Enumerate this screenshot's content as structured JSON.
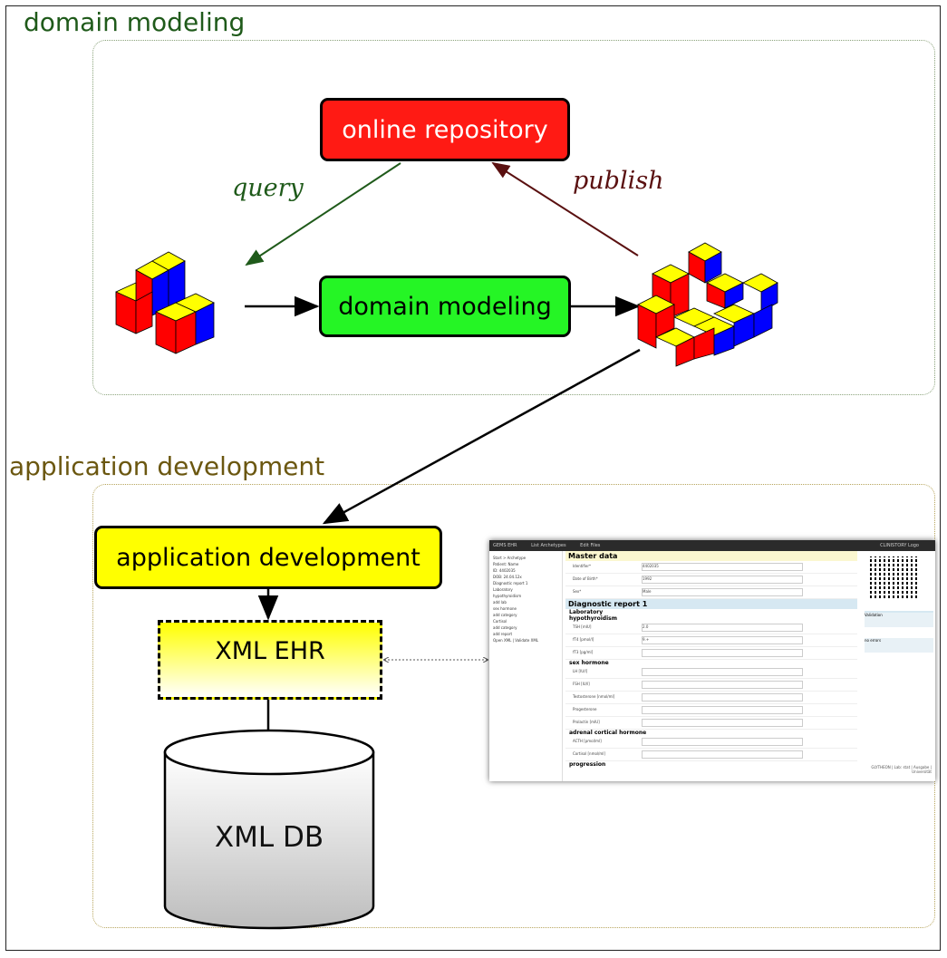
{
  "sections": {
    "domain_modeling": "domain modeling",
    "application_development": "application development"
  },
  "nodes": {
    "online_repository": "online repository",
    "domain_modeling": "domain modeling",
    "application_development": "application development",
    "xml_ehr": "XML EHR",
    "xml_db": "XML DB"
  },
  "edges": {
    "query": "query",
    "publish": "publish"
  },
  "colors": {
    "repository": "#ff1a14",
    "domain_modeling": "#25f525",
    "application_development": "#ffff00",
    "query": "#1f5a1a",
    "publish": "#5a1010"
  },
  "screenshot": {
    "topbar": [
      "GEMS EHR",
      "List Archetypes",
      "Edit Files"
    ],
    "user": "CLINISTORY Logo",
    "sections": {
      "master_data": "Master data",
      "diagnostic_report": "Diagnostic report 1",
      "laboratory": "Laboratory",
      "hypothyroidism": "hypothyroidism",
      "sex_hormone": "sex hormone",
      "adrenal_cortical": "adrenal cortical hormone",
      "progression": "progression"
    },
    "master_fields": [
      {
        "label": "Identifier*",
        "value": "4402035"
      },
      {
        "label": "Date of Birth*",
        "value": "1992"
      },
      {
        "label": "Sex*",
        "value": "Male"
      }
    ],
    "hypo_fields": [
      {
        "label": "TSH [mIU]",
        "value": "2.0"
      },
      {
        "label": "fT4 [pmol/l]",
        "value": "9.+"
      },
      {
        "label": "fT3 [pg/ml]",
        "value": ""
      }
    ],
    "sex_fields": [
      {
        "label": "LH [IU/l]",
        "value": ""
      },
      {
        "label": "FSH [IU/l]",
        "value": ""
      },
      {
        "label": "Testosterone [nmol/ml]",
        "value": ""
      },
      {
        "label": "Progesterone",
        "value": ""
      },
      {
        "label": "Prolactin [mIU]",
        "value": ""
      }
    ],
    "adrenal_fields": [
      {
        "label": "ACTH [pmol/ml]",
        "value": ""
      },
      {
        "label": "Cortisol [nmol/ml]",
        "value": ""
      }
    ],
    "sidebar": [
      "Start > Archetype",
      "Patient: Name",
      "ID: 4402035",
      "DOB: 24.04.12x",
      "Diagnostic report 1",
      "Laboratory",
      "hypothyroidism",
      "add lab",
      "sex hormone",
      "add category",
      "Cortisol",
      "add category",
      "add report",
      "Open XML | Validate XML"
    ],
    "right_box1": "Validation",
    "right_box2": "no errors",
    "footer": "GLYTHEON | Lab: stat | Ausgabe | Universität"
  }
}
